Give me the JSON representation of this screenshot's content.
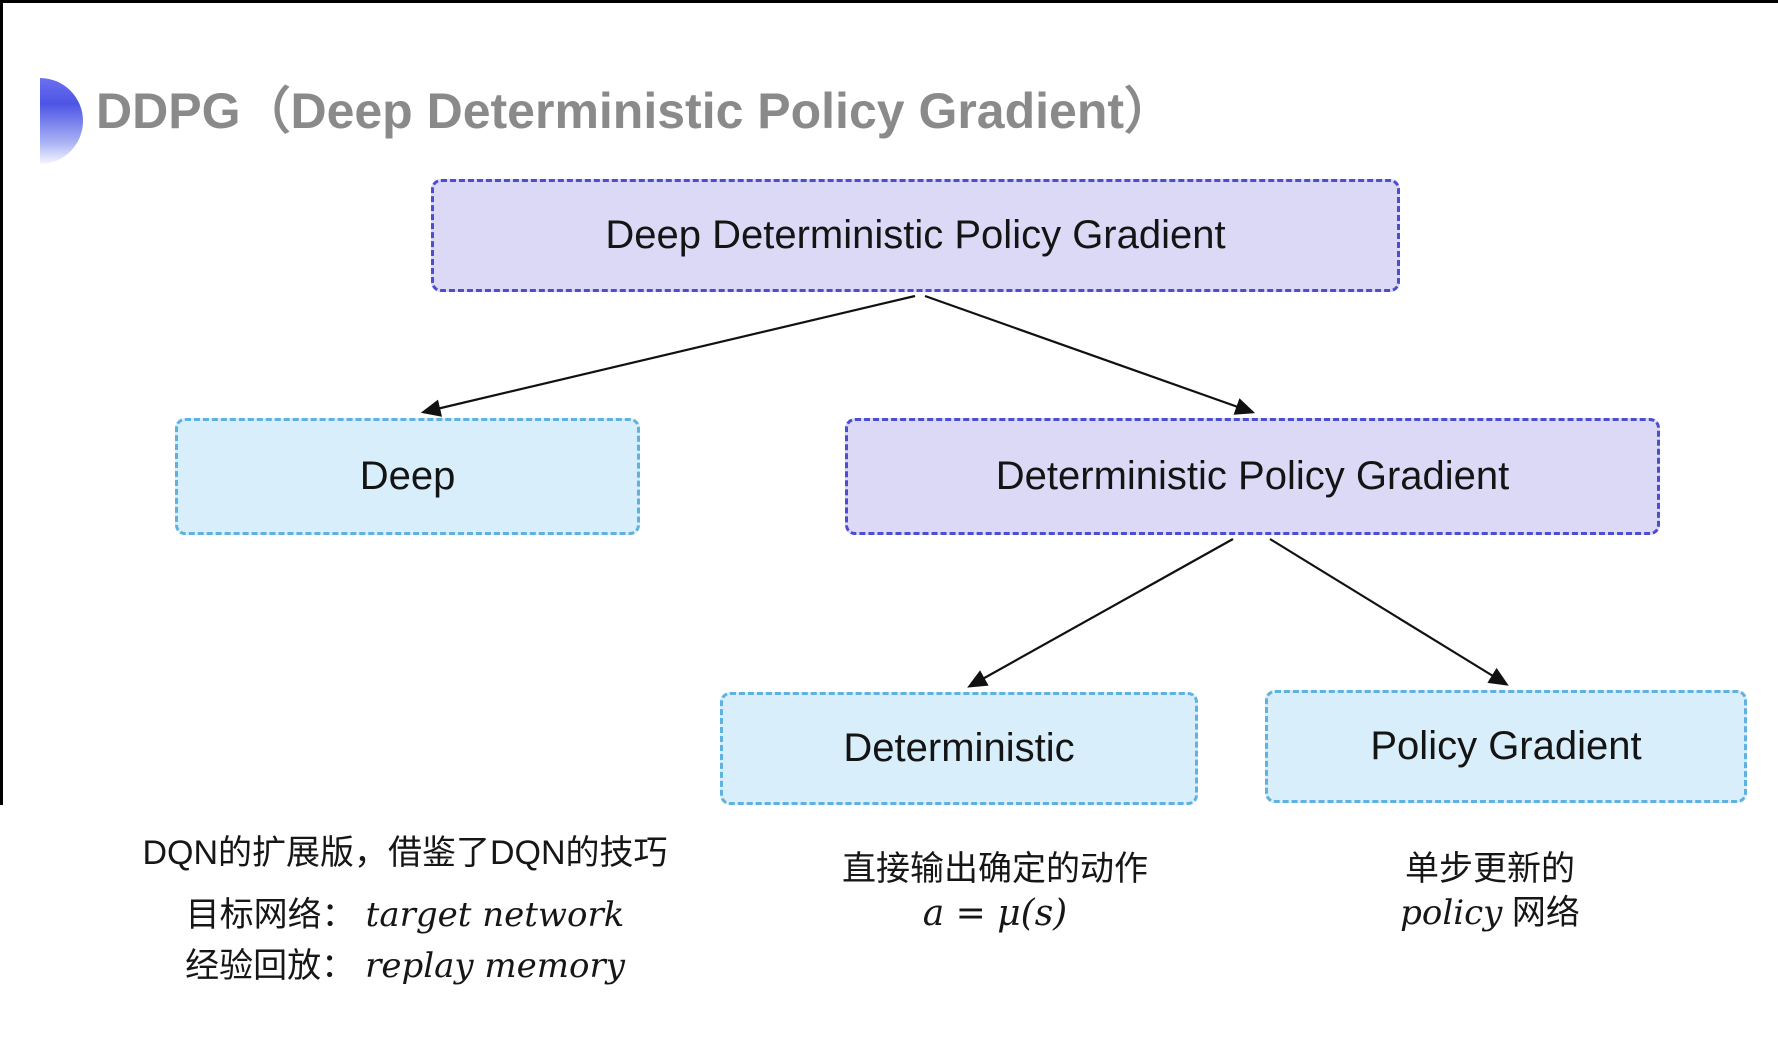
{
  "header": {
    "title": "DDPG（Deep Deterministic Policy Gradient）"
  },
  "icons": {
    "title_bullet": "semicircle-right-gradient"
  },
  "theme": {
    "title_color": "#8a8a8a",
    "purple_fill": "#dcd9f6",
    "purple_border": "#4d4dcf",
    "cyan_fill": "#d8eefb",
    "cyan_border": "#5fb1e0",
    "arrow_color": "#111111",
    "frame_color": "#000000",
    "bullet_top": "#6b71ee",
    "bullet_mid": "#4d55e6"
  },
  "diagram": {
    "nodes": [
      {
        "id": "ddpg",
        "label": "Deep Deterministic Policy Gradient",
        "variant": "purple"
      },
      {
        "id": "deep",
        "label": "Deep",
        "variant": "cyan"
      },
      {
        "id": "dpg",
        "label": "Deterministic Policy Gradient",
        "variant": "purple"
      },
      {
        "id": "det",
        "label": "Deterministic",
        "variant": "cyan"
      },
      {
        "id": "pg",
        "label": "Policy Gradient",
        "variant": "cyan"
      }
    ],
    "edges": [
      {
        "from": "ddpg",
        "to": "deep"
      },
      {
        "from": "ddpg",
        "to": "dpg"
      },
      {
        "from": "dpg",
        "to": "det"
      },
      {
        "from": "dpg",
        "to": "pg"
      }
    ]
  },
  "notes": {
    "deep": {
      "line1": "DQN的扩展版，借鉴了DQN的技巧",
      "line2_label": "目标网络：",
      "line2_value": "target network",
      "line3_label": "经验回放：",
      "line3_value": "replay memory"
    },
    "deterministic": {
      "line1": "直接输出确定的动作",
      "formula": "a = μ(s)"
    },
    "policy_gradient": {
      "line1": "单步更新的",
      "line2_italic": "policy",
      "line2_suffix": " 网络"
    }
  }
}
